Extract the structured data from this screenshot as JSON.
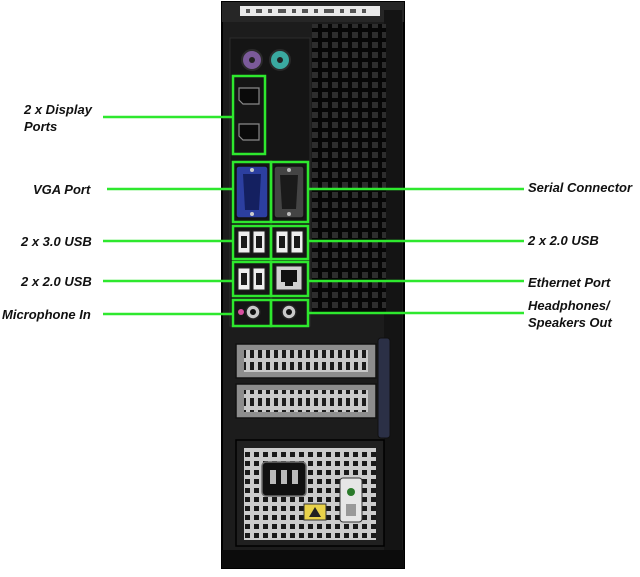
{
  "colors": {
    "callout": "#2ee82e",
    "case": "#1a1a1a",
    "case_dark": "#0b0b0b",
    "slot_plate": "#cfcfcf",
    "psu_grille": "#d9d9d9",
    "text": "#111111"
  },
  "labels": {
    "display_ports": "2 x Display\nPorts",
    "vga_port": "VGA Port",
    "usb30_left": "2 x 3.0 USB",
    "usb20_left": "2 x 2.0 USB",
    "microphone_in": "Microphone In",
    "serial_connector": "Serial Connector",
    "usb20_right": "2 x 2.0 USB",
    "ethernet_port": "Ethernet Port",
    "headphones_out": "Headphones/\nSpeakers Out"
  },
  "icons": [
    "ps2-mouse-port",
    "ps2-keyboard-port",
    "displayport-connector",
    "vga-connector",
    "serial-connector",
    "usb-port",
    "rj45-ethernet-port",
    "audio-jack",
    "expansion-slot-cover",
    "power-inlet",
    "psu-fan-grille",
    "psu-test-button",
    "psu-led"
  ]
}
